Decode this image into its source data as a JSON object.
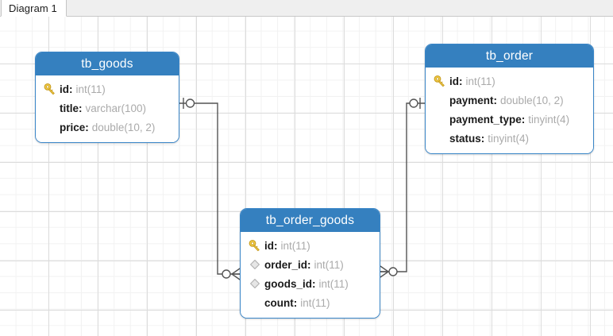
{
  "window": {
    "tab_label": "Diagram 1"
  },
  "colors": {
    "header_blue": "#3580bf",
    "border_blue": "#3a86c8",
    "field_name": "#1a1a1a",
    "field_type": "#aaaaaa",
    "key_icon_gold": "#e8b824",
    "fk_icon_gray": "#b4b4b4",
    "connector_line": "#545454",
    "canvas_bg": "#ffffff",
    "grid_minor": "#f2f2f2",
    "grid_major": "#dcdcdc",
    "tabstrip_bg": "#efefef"
  },
  "diagram": {
    "tables": [
      {
        "id": "tb_goods",
        "name": "tb_goods",
        "fields": [
          {
            "icon": "primary-key-icon",
            "name": "id",
            "type": "int(11)"
          },
          {
            "icon": "none",
            "name": "title",
            "type": "varchar(100)"
          },
          {
            "icon": "none",
            "name": "price",
            "type": "double(10, 2)"
          }
        ]
      },
      {
        "id": "tb_order",
        "name": "tb_order",
        "fields": [
          {
            "icon": "primary-key-icon",
            "name": "id",
            "type": "int(11)"
          },
          {
            "icon": "none",
            "name": "payment",
            "type": "double(10, 2)"
          },
          {
            "icon": "none",
            "name": "payment_type",
            "type": "tinyint(4)"
          },
          {
            "icon": "none",
            "name": "status",
            "type": "tinyint(4)"
          }
        ]
      },
      {
        "id": "tb_order_goods",
        "name": "tb_order_goods",
        "fields": [
          {
            "icon": "primary-key-icon",
            "name": "id",
            "type": "int(11)"
          },
          {
            "icon": "foreign-key-icon",
            "name": "order_id",
            "type": "int(11)"
          },
          {
            "icon": "foreign-key-icon",
            "name": "goods_id",
            "type": "int(11)"
          },
          {
            "icon": "none",
            "name": "count",
            "type": "int(11)"
          }
        ]
      }
    ],
    "relationships": [
      {
        "id": "rel-goods-order-goods",
        "from_table": "tb_goods",
        "to_table": "tb_order_goods",
        "from_cardinality": "zero-or-one",
        "to_cardinality": "zero-or-many"
      },
      {
        "id": "rel-order-goods-order",
        "from_table": "tb_order_goods",
        "to_table": "tb_order",
        "from_cardinality": "zero-or-many",
        "to_cardinality": "zero-or-one"
      }
    ]
  },
  "field_separator": ":"
}
